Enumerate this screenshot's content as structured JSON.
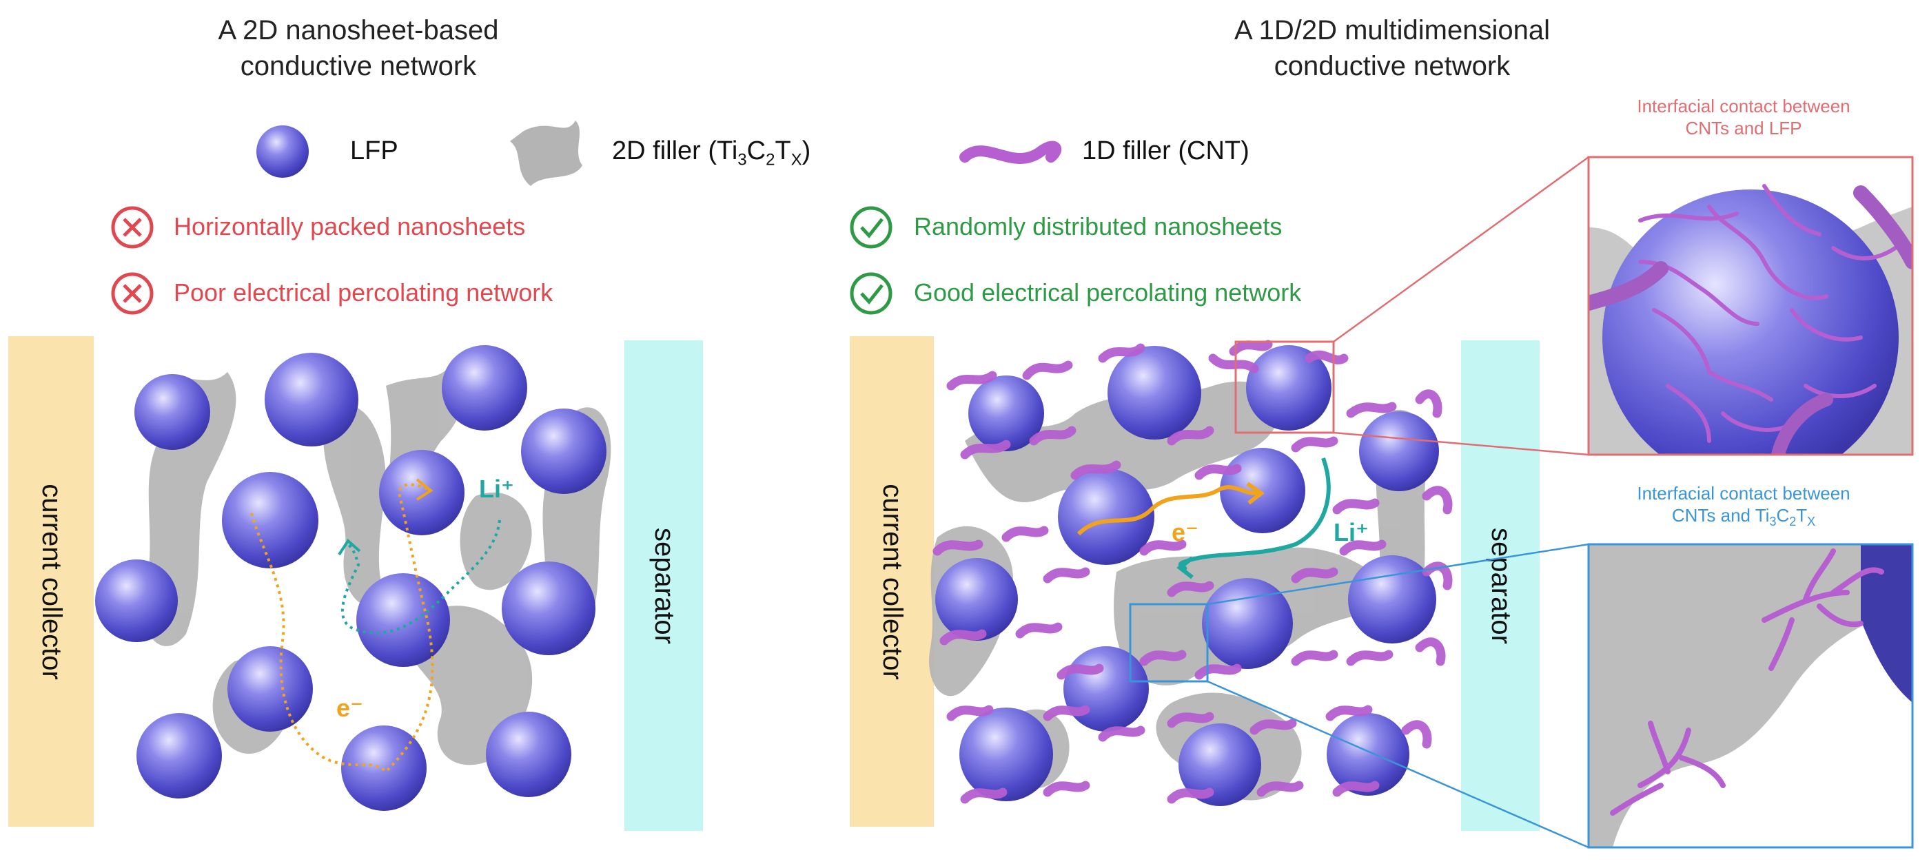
{
  "left_panel": {
    "title": "A 2D nanosheet-based conductive network",
    "issues": [
      "Horizontally packed nanosheets",
      "Poor electrical percolating network"
    ],
    "collector_label": "current collector",
    "separator_label": "separator",
    "li_label": "Li⁺",
    "e_label": "e⁻"
  },
  "right_panel": {
    "title": "A 1D/2D multidimensional conductive network",
    "benefits": [
      "Randomly distributed nanosheets",
      "Good electrical percolating network"
    ],
    "collector_label": "current collector",
    "separator_label": "separator",
    "li_label": "Li⁺",
    "e_label": "e⁻"
  },
  "legend": {
    "lfp": "LFP",
    "filler_2d_prefix": "2D filler (Ti",
    "filler_2d_sub1": "3",
    "filler_2d_mid1": "C",
    "filler_2d_sub2": "2",
    "filler_2d_mid2": "T",
    "filler_2d_sub3": "X",
    "filler_2d_suffix": ")",
    "filler_1d": "1D filler (CNT)"
  },
  "insets": {
    "cnt_lfp_line1": "Interfacial contact between",
    "cnt_lfp_line2": "CNTs and LFP",
    "cnt_mxene_line1": "Interfacial contact between",
    "cnt_mxene_line2_prefix": "CNTs and Ti",
    "cnt_mxene_sub1": "3",
    "cnt_mxene_mid1": "C",
    "cnt_mxene_sub2": "2",
    "cnt_mxene_mid2": "T",
    "cnt_mxene_sub3": "X"
  },
  "colors": {
    "lfp_sphere": "#5b57d6",
    "filler_2d": "#b4b4b4",
    "filler_1d": "#b55fd0",
    "collector": "#fbe3ae",
    "separator": "#c4f6f4",
    "bad": "#e0484f",
    "good": "#2f9a45",
    "li_path": "#1fa8a1",
    "e_path": "#f1a31b",
    "inset_red": "#e06d72",
    "inset_blue": "#3a95d8"
  }
}
